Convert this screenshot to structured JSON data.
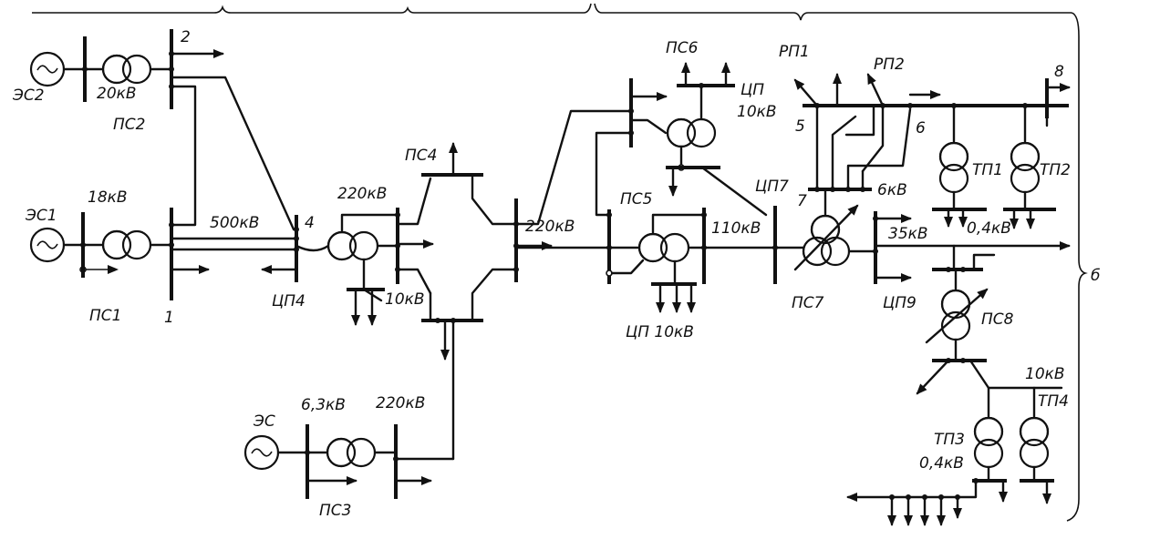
{
  "labels": {
    "es2": "ЭС2",
    "ps2": "ПС2",
    "v20": "20кВ",
    "n2": "2",
    "es1": "ЭС1",
    "v18": "18кВ",
    "ps1": "ПС1",
    "n1": "1",
    "v500": "500кВ",
    "n4": "4",
    "cp4": "ЦП4",
    "v220a": "220кВ",
    "ps4": "ПС4",
    "v10a": "10кВ",
    "v220b": "220кВ",
    "ps5": "ПС5",
    "ps6": "ПС6",
    "cp": "ЦП",
    "v10b": "10кВ",
    "cp10": "ЦП 10кВ",
    "v110": "110кВ",
    "rp1": "РП1",
    "rp2": "РП2",
    "n5": "5",
    "n6": "6",
    "n7": "7",
    "n8": "8",
    "cp7": "ЦП7",
    "v6": "6кВ",
    "tp1": "ТП1",
    "tp2": "ТП2",
    "v35": "35кВ",
    "v04a": "0,4кВ",
    "ps7": "ПС7",
    "cp9": "ЦП9",
    "ps8": "ПС8",
    "b": "б",
    "v10c": "10кВ",
    "tp4": "ТП4",
    "tp3": "ТП3",
    "v04b": "0,4кВ",
    "es": "ЭС",
    "v63": "6,3кВ",
    "v220c": "220кВ",
    "ps3": "ПС3"
  }
}
